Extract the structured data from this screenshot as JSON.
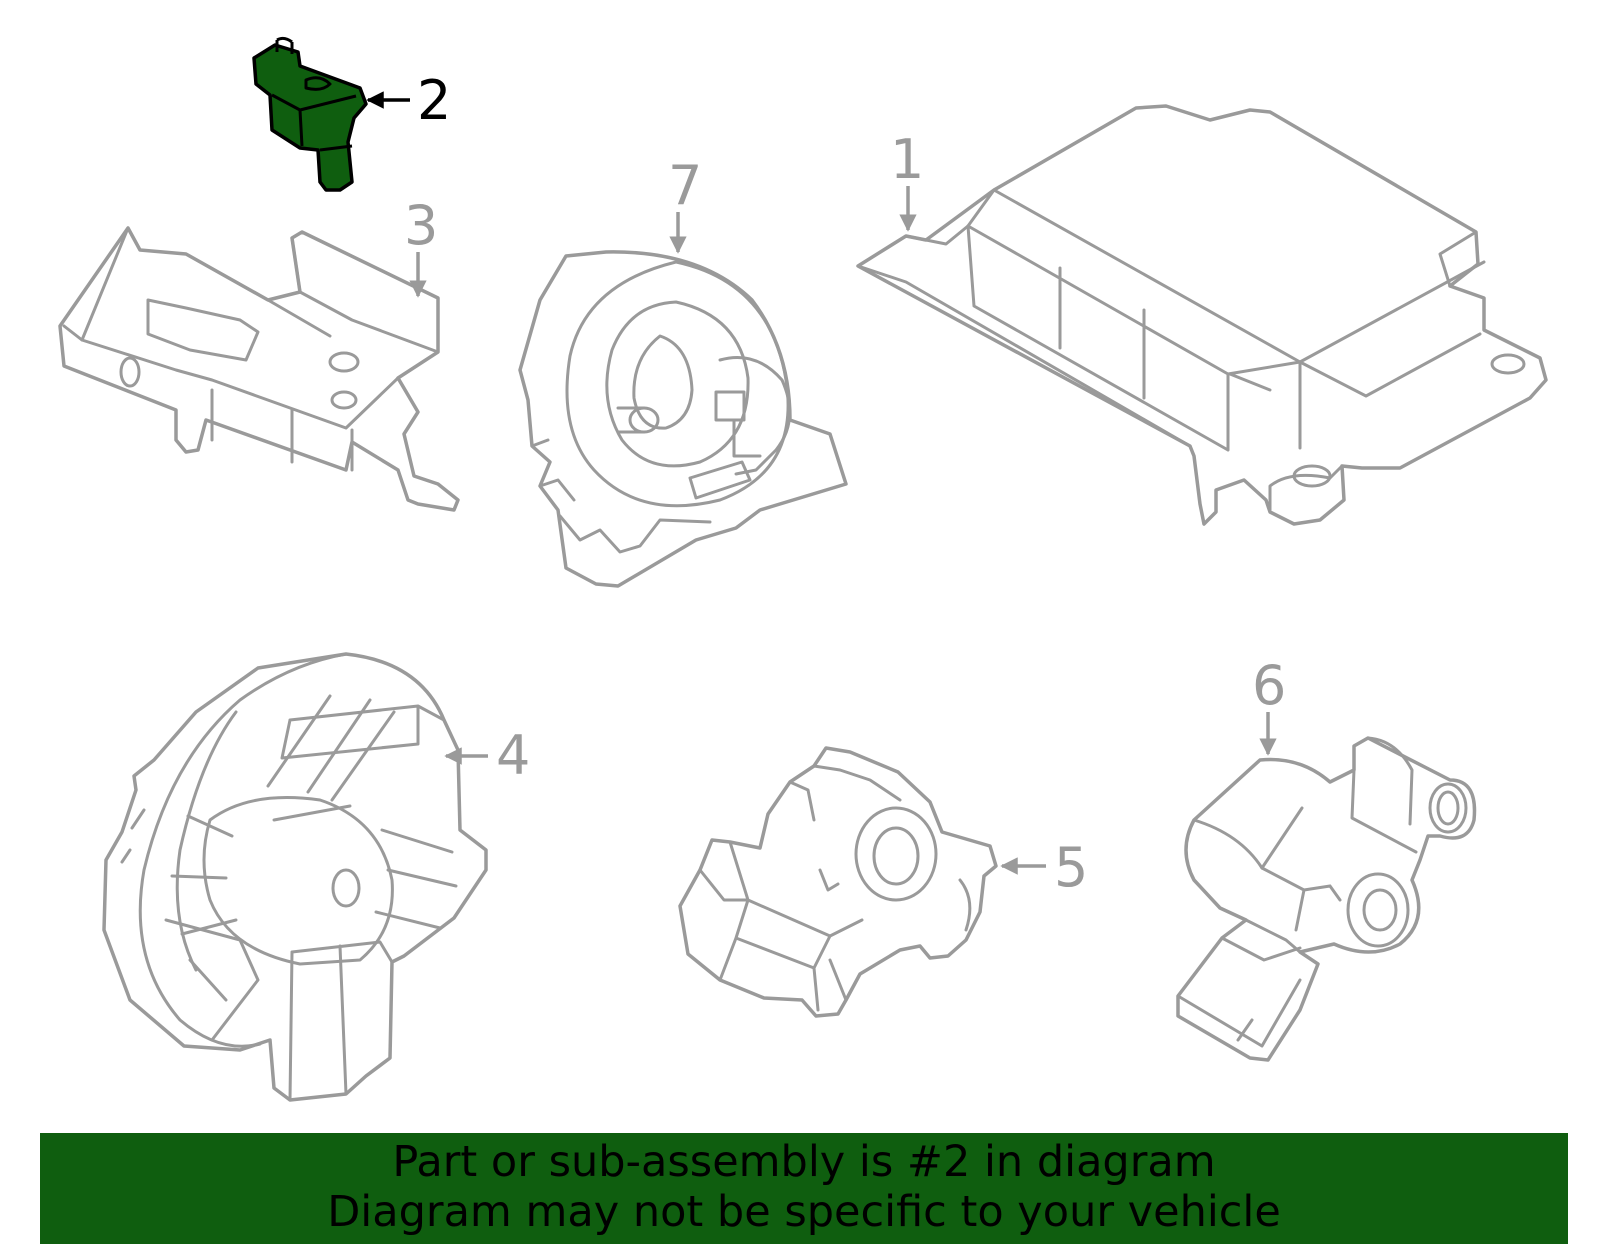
{
  "highlight_color": "#0f5e0f",
  "line_color": "#9a9a9a",
  "callouts": {
    "c1": "1",
    "c2": "2",
    "c3": "3",
    "c4": "4",
    "c5": "5",
    "c6": "6",
    "c7": "7"
  },
  "banner": {
    "line1": "Part or sub-assembly is #2 in diagram",
    "line2": "Diagram may not be specific to your vehicle"
  }
}
